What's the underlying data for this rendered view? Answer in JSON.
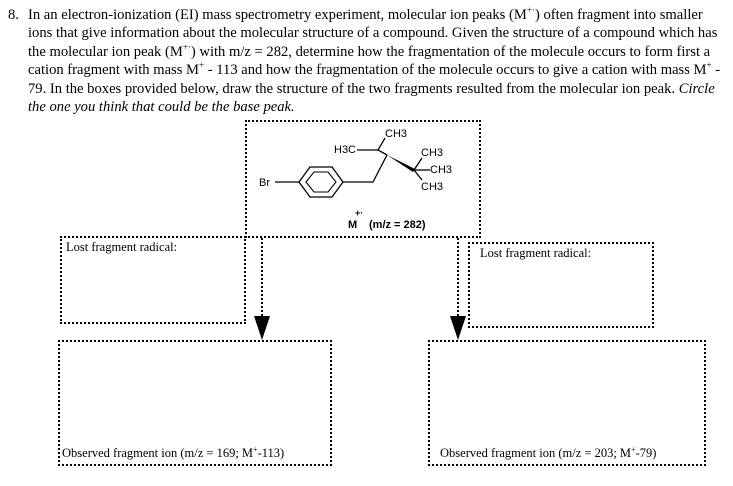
{
  "question": {
    "number": "8.",
    "text_pre": "In an electron-ionization (EI) mass spectrometry experiment, molecular ion peaks (M",
    "sup1": "+·",
    "text_mid1": ") often fragment into smaller ions that give information about the molecular structure of a compound. Given the structure of a compound which has the molecular ion peak (M",
    "sup2": "+·",
    "text_mid2": ") with m/z = 282, determine how the fragmentation of the molecule occurs to form first a cation fragment with mass M",
    "sup3": "+",
    "text_mid3": " - 113 and how the fragmentation of the molecule occurs to give a cation with mass M",
    "sup4": "+",
    "text_mid4": " - 79. In the boxes provided below, draw the structure of the two fragments resulted from the molecular ion peak.",
    "italic": "Circle the one you think that could be the base peak."
  },
  "molecule": {
    "br": "Br",
    "h3c": "H3C",
    "ch3_top": "CH3",
    "ch3_a": "CH3",
    "ch3_b": "CH3",
    "ch3_c": "CH3",
    "ion_symbol": "M",
    "ion_charge": "+·",
    "ion_label": "(m/z = 282)"
  },
  "left": {
    "radical_label": "Lost fragment radical:",
    "ion_pre": "Observed fragment ion (m/z = 169; M",
    "ion_sup": "+",
    "ion_post": "-113)"
  },
  "right": {
    "radical_label": "Lost fragment radical:",
    "ion_pre": "Observed fragment ion (m/z = 203; M",
    "ion_sup": "+",
    "ion_post": "-79)"
  }
}
